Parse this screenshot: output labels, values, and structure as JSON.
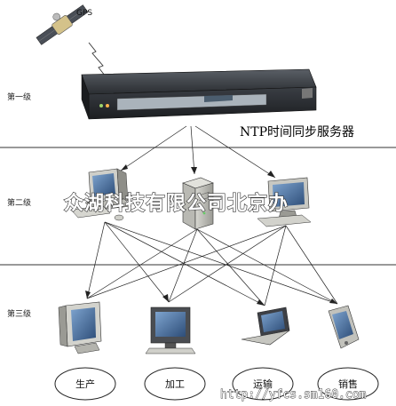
{
  "satellite_label": "GPS",
  "ntp_label": "NTP时间同步服务器",
  "tiers": [
    {
      "label": "第一级"
    },
    {
      "label": "第二级"
    },
    {
      "label": "第三级"
    }
  ],
  "watermark": "众湖科技有限公司北京办",
  "bottom_nodes": [
    "生产",
    "加工",
    "运输",
    "销售"
  ],
  "url_watermark": "http://yfcs.sm160.com",
  "colors": {
    "rack": "#2f3338",
    "panel": "#9aa4ad",
    "screen": "#3d5f8a"
  }
}
